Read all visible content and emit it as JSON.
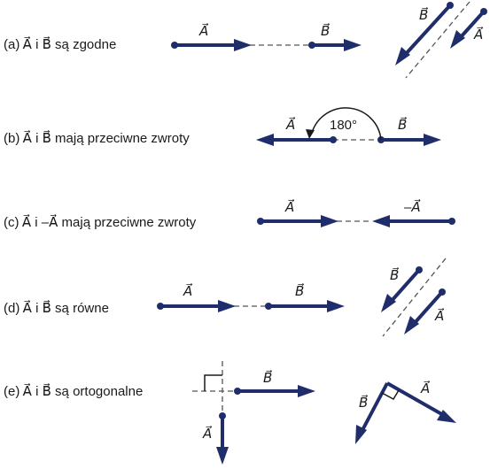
{
  "rows": [
    {
      "id": "a",
      "caption": "(a) A⃗ i B⃗  są zgodne"
    },
    {
      "id": "b",
      "caption": "(b) A⃗ i B⃗  mają przeciwne zwroty"
    },
    {
      "id": "c",
      "caption": "(c) A⃗ i –A⃗  mają przeciwne zwroty"
    },
    {
      "id": "d",
      "caption": "(d) A⃗ i B⃗  są równe"
    },
    {
      "id": "e",
      "caption": "(e) A⃗ i B⃗  są ortogonalne"
    }
  ],
  "vector_labels": {
    "A": "A⃗",
    "B": "B⃗",
    "negA": "–A⃗"
  },
  "angle_label": "180°",
  "colors": {
    "vector": "#1f2d6b",
    "dash": "#555555",
    "text": "#1a1a1a"
  }
}
